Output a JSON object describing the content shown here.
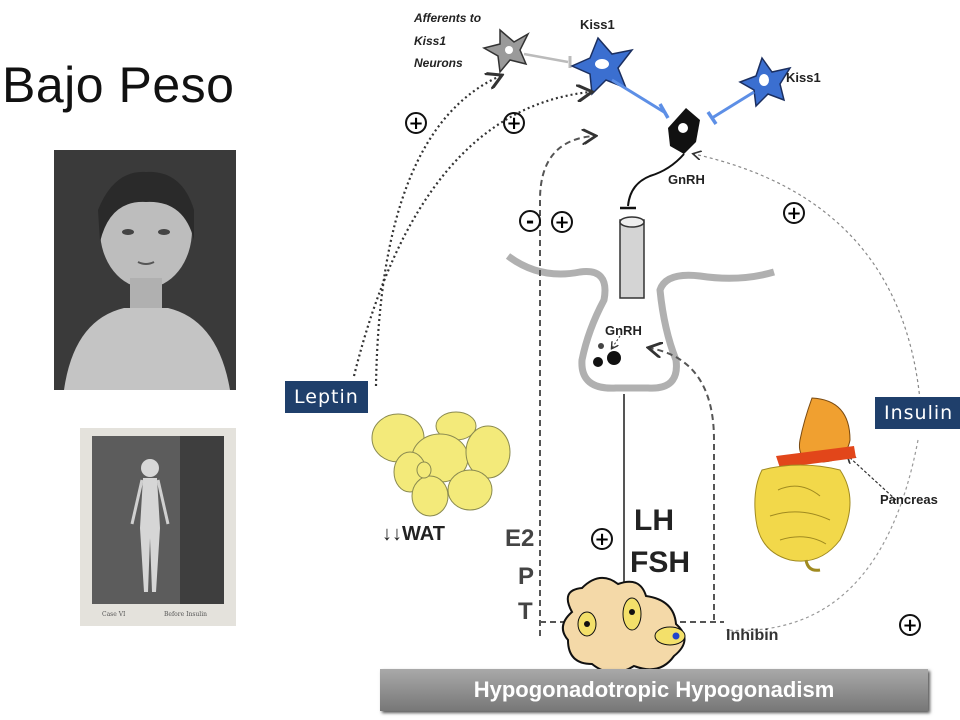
{
  "title": "Bajo Peso",
  "labels": {
    "afferents": [
      "Afferents to",
      "Kiss1",
      "Neurons"
    ],
    "kiss1_top": "Kiss1",
    "kiss1_right": "Kiss1",
    "gnrh_neuron": "GnRH",
    "gnrh_pituitary": "GnRH",
    "leptin": "Leptin",
    "insulin": "Insulin",
    "pancreas": "Pancreas",
    "wat": "↓↓WAT",
    "e2": "E2",
    "p": "P",
    "t": "T",
    "lh": "LH",
    "fsh": "FSH",
    "inhibin": "Inhibin",
    "minus": "-"
  },
  "banner": "Hypogonadotropic Hypogonadism",
  "photo_captions": [
    "Case VI",
    "Before Insulin"
  ],
  "colors": {
    "leptin_box": "#1f3f6b",
    "kiss_neuron": "#3b6fd0",
    "adipocyte": "#f3ea7a",
    "ovary": "#f4d9a8",
    "banner": "#8a8a8a",
    "afferent_neuron": "#9a9a9a"
  }
}
